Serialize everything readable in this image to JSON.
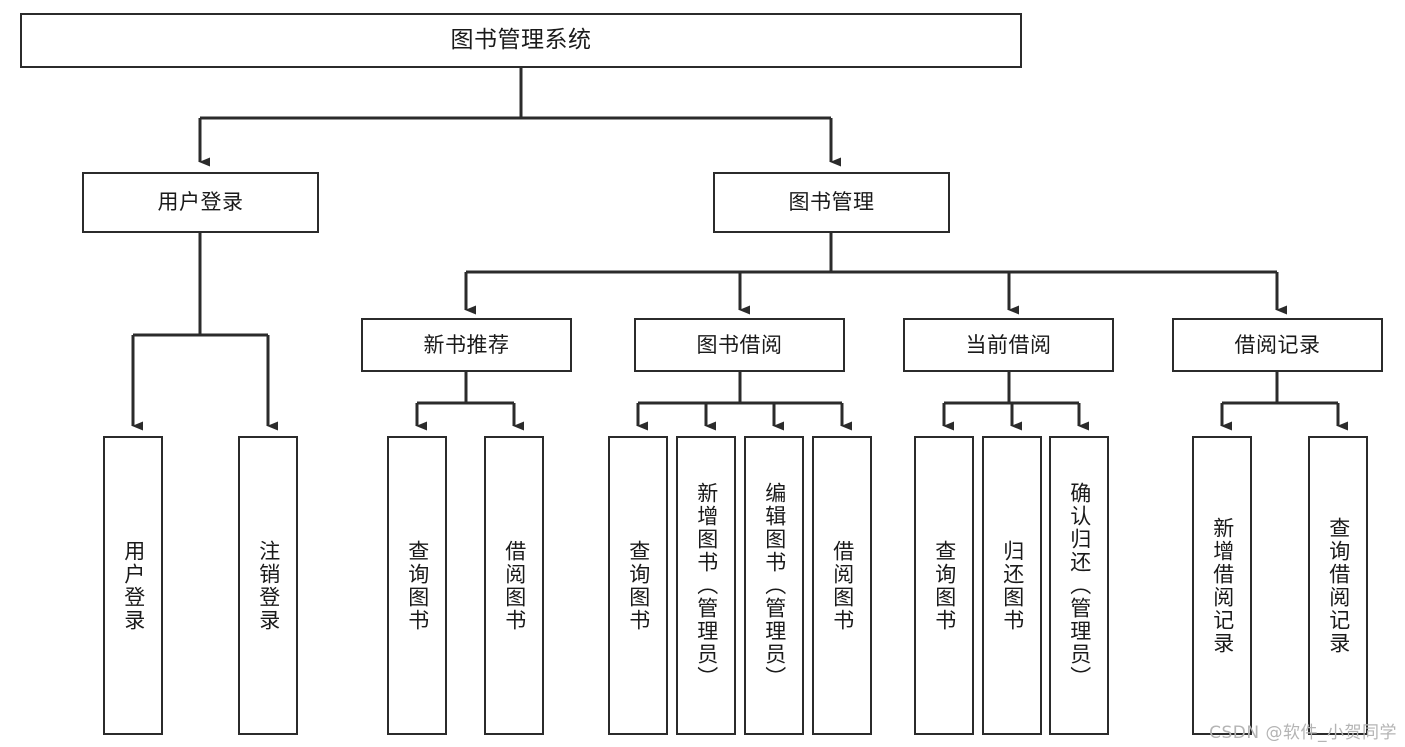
{
  "diagram": {
    "type": "tree",
    "title": "图书管理系统",
    "watermark": "CSDN @软件_小贺同学",
    "colors": {
      "stroke": "#2b2b2b",
      "fill": "#ffffff",
      "text": "#1a1a1a",
      "watermark": "#b4b4b4"
    },
    "nodes": {
      "root": {
        "label": "图书管理系统"
      },
      "level2": [
        {
          "id": "user-login",
          "label": "用户登录"
        },
        {
          "id": "book-management",
          "label": "图书管理"
        }
      ],
      "level3": [
        {
          "id": "new-book-recommend",
          "label": "新书推荐"
        },
        {
          "id": "book-borrow",
          "label": "图书借阅"
        },
        {
          "id": "current-borrow",
          "label": "当前借阅"
        },
        {
          "id": "borrow-record",
          "label": "借阅记录"
        }
      ],
      "leaves": {
        "user_login": [
          {
            "id": "leaf-user-login",
            "label": "用户登录"
          },
          {
            "id": "leaf-logout-login",
            "label": "注销登录"
          }
        ],
        "new_book_recommend": [
          {
            "id": "leaf-query-book-1",
            "label": "查询图书"
          },
          {
            "id": "leaf-borrow-book-1",
            "label": "借阅图书"
          }
        ],
        "book_borrow": [
          {
            "id": "leaf-query-book-2",
            "label": "查询图书"
          },
          {
            "id": "leaf-add-book",
            "label": "新增图书（管理员）"
          },
          {
            "id": "leaf-edit-book",
            "label": "编辑图书（管理员）"
          },
          {
            "id": "leaf-borrow-book-2",
            "label": "借阅图书"
          }
        ],
        "current_borrow": [
          {
            "id": "leaf-query-book-3",
            "label": "查询图书"
          },
          {
            "id": "leaf-return-book",
            "label": "归还图书"
          },
          {
            "id": "leaf-confirm-return",
            "label": "确认归还（管理员）"
          }
        ],
        "borrow_record": [
          {
            "id": "leaf-add-record",
            "label": "新增借阅记录"
          },
          {
            "id": "leaf-query-record",
            "label": "查询借阅记录"
          }
        ]
      }
    }
  }
}
